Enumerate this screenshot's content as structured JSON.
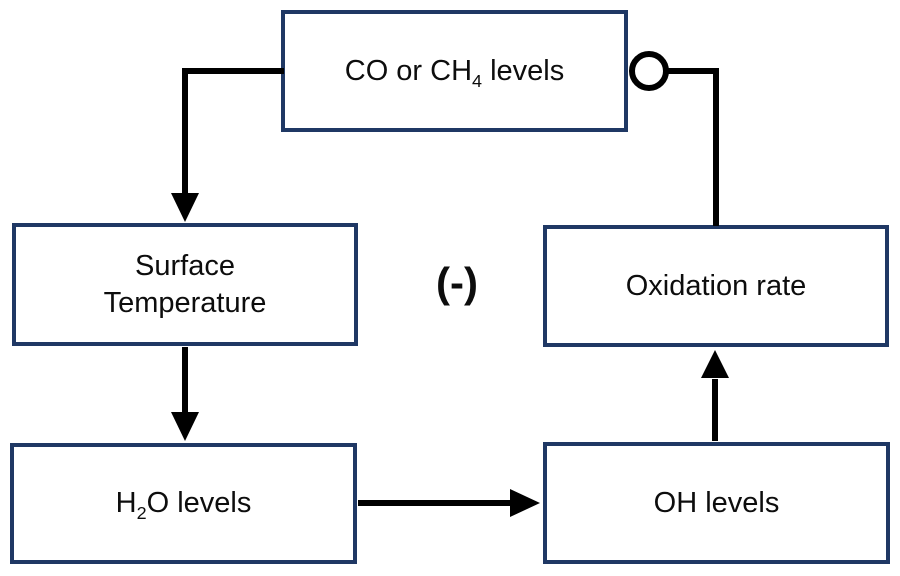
{
  "diagram": {
    "type": "causal-loop-diagram",
    "feedback_sign": "(-)",
    "nodes": {
      "co_ch4": {
        "text_pre": "CO or CH",
        "text_sub": "4",
        "text_post": " levels"
      },
      "surface_temperature": {
        "line1": "Surface",
        "line2": "Temperature"
      },
      "h2o": {
        "text_pre": "H",
        "text_sub": "2",
        "text_post": "O levels"
      },
      "oh": {
        "label": "OH levels"
      },
      "oxidation_rate": {
        "label": "Oxidation rate"
      }
    },
    "edges": [
      {
        "from": "co_ch4",
        "to": "surface_temperature",
        "style": "arrow"
      },
      {
        "from": "surface_temperature",
        "to": "h2o",
        "style": "arrow"
      },
      {
        "from": "h2o",
        "to": "oh",
        "style": "arrow"
      },
      {
        "from": "oh",
        "to": "oxidation_rate",
        "style": "arrow"
      },
      {
        "from": "oxidation_rate",
        "to": "co_ch4",
        "style": "inhibition-circle"
      }
    ]
  },
  "colors": {
    "box_border": "#1f3864",
    "arrow": "#000000",
    "text": "#0d0d0d",
    "bg": "#ffffff"
  }
}
